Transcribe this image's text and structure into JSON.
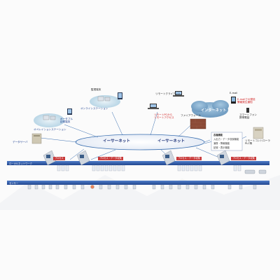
{
  "diagram": {
    "network": {
      "ethernet_left": "イーサーネット",
      "ethernet_right": "イーサーネット",
      "internet": "インターネット"
    },
    "nodes": {
      "operator_station_left": "オペレイションステーション",
      "operator_station_top": "オンラインステーション",
      "portable_terminal": "ポータブル\n記録端末",
      "remote_client": "リモートクライアント",
      "email": "E-mail",
      "email_note": "E-mailでの発信\n警報発生通知",
      "remote_access": "リモートPCから\nリモートアクセス",
      "firewall": "ファイアウォール",
      "server_left": "データサーバ",
      "remote_controller": "リモートコントローラ\nPLC等",
      "smartphone": "スマートフォン\n携帯電話",
      "monitor_note": "監視端末"
    },
    "callout_box": {
      "title": "各種機能",
      "items": [
        "入出力・データ収録機能",
        "演算・警報機能",
        "記録・表示機能"
      ]
    },
    "buses": {
      "local_label": "ローカルネットワーク",
      "sensor_label": "センサー"
    },
    "tags": [
      "プロセス",
      "プロセス・データ収集",
      "プロセス・データ収集",
      "プロセス・データ収集"
    ],
    "colors": {
      "bus": "#2e58a6",
      "cloud": "#7aa7c9",
      "firewall": "#8b4a36",
      "tag": "#c83a3a",
      "ethernet_ring": "#3a6fb0"
    }
  }
}
